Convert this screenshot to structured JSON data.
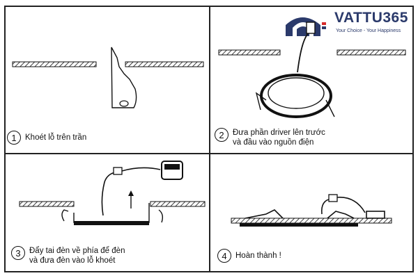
{
  "brand": {
    "name": "VATTU365",
    "tagline": "Your Choice - Your Happiness",
    "primary_color": "#2b3a6b",
    "accent_color": "#d62b2b"
  },
  "steps": [
    {
      "number": "1",
      "text": "Khoét lỗ trên trần"
    },
    {
      "number": "2",
      "text": "Đưa phần driver lên trước\nvà đầu vào nguồn điện"
    },
    {
      "number": "3",
      "text": "Đẩy tai đèn về phía để đèn\nvà đưa đèn vào lỗ khoét"
    },
    {
      "number": "4",
      "text": "Hoàn thành !"
    }
  ]
}
